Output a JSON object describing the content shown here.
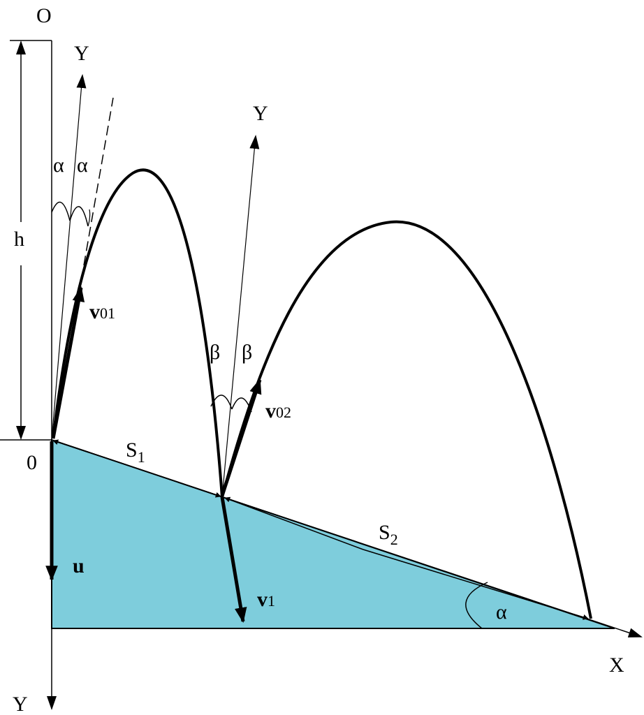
{
  "labels": {
    "origin_top": "O",
    "y_axis_1": "Y",
    "y_axis_2": "Y",
    "y_axis_bottom": "Y",
    "x_axis": "X",
    "height": "h",
    "origin_zero": "0",
    "alpha_left": "α",
    "alpha_right": "α",
    "alpha_incline": "α",
    "beta_left": "β",
    "beta_right": "β",
    "v01": {
      "main": "v",
      "sub": "01"
    },
    "v02": {
      "main": "v",
      "sub": "02"
    },
    "v1": {
      "main": "v",
      "sub": "1"
    },
    "u": "u",
    "s1": {
      "main": "S",
      "sub": "1"
    },
    "s2": {
      "main": "S",
      "sub": "2"
    }
  },
  "colors": {
    "incline_fill": "#7ecddc",
    "line": "#000000"
  }
}
